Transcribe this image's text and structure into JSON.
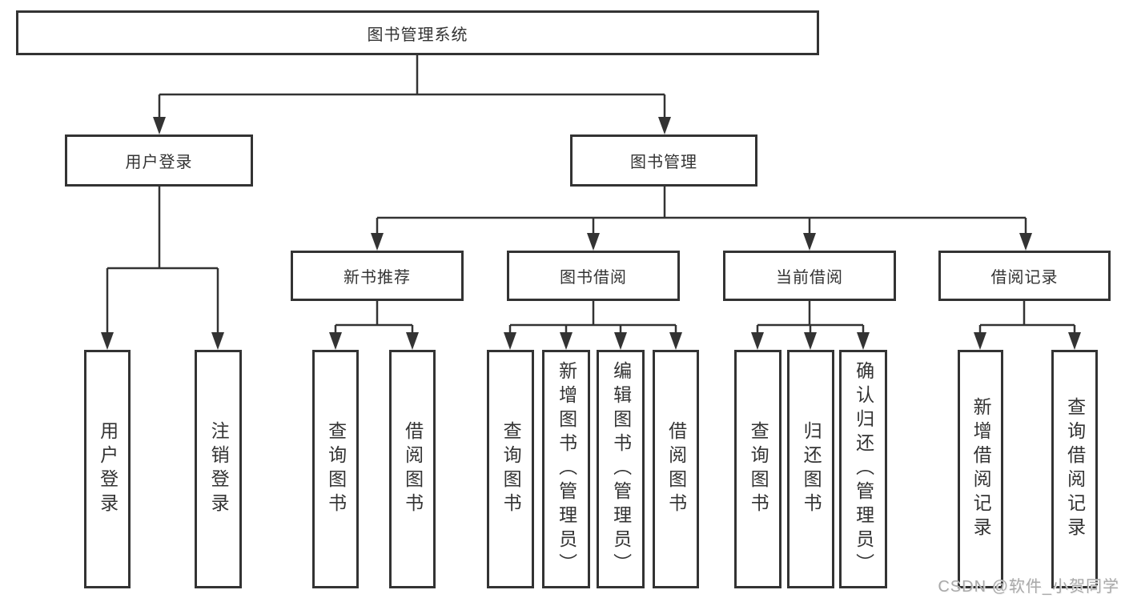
{
  "tree": {
    "root": {
      "label": "图书管理系统"
    },
    "branches": [
      {
        "label": "用户登录",
        "children": [
          {
            "label": "用户登录"
          },
          {
            "label": "注销登录"
          }
        ]
      },
      {
        "label": "图书管理",
        "children": [
          {
            "label": "新书推荐",
            "children": [
              {
                "label": "查询图书"
              },
              {
                "label": "借阅图书"
              }
            ]
          },
          {
            "label": "图书借阅",
            "children": [
              {
                "label": "查询图书"
              },
              {
                "label": "新增图书（管理员）"
              },
              {
                "label": "编辑图书（管理员）"
              },
              {
                "label": "借阅图书"
              }
            ]
          },
          {
            "label": "当前借阅",
            "children": [
              {
                "label": "查询图书"
              },
              {
                "label": "归还图书"
              },
              {
                "label": "确认归还（管理员）"
              }
            ]
          },
          {
            "label": "借阅记录",
            "children": [
              {
                "label": "新增借阅记录"
              },
              {
                "label": "查询借阅记录"
              }
            ]
          }
        ]
      }
    ]
  },
  "watermark": {
    "text": "CSDN @软件_小贺同学"
  },
  "colors": {
    "line": "#333333",
    "box_border": "#333333",
    "text": "#333333",
    "background": "#ffffff",
    "watermark": "#a9a9a9"
  }
}
